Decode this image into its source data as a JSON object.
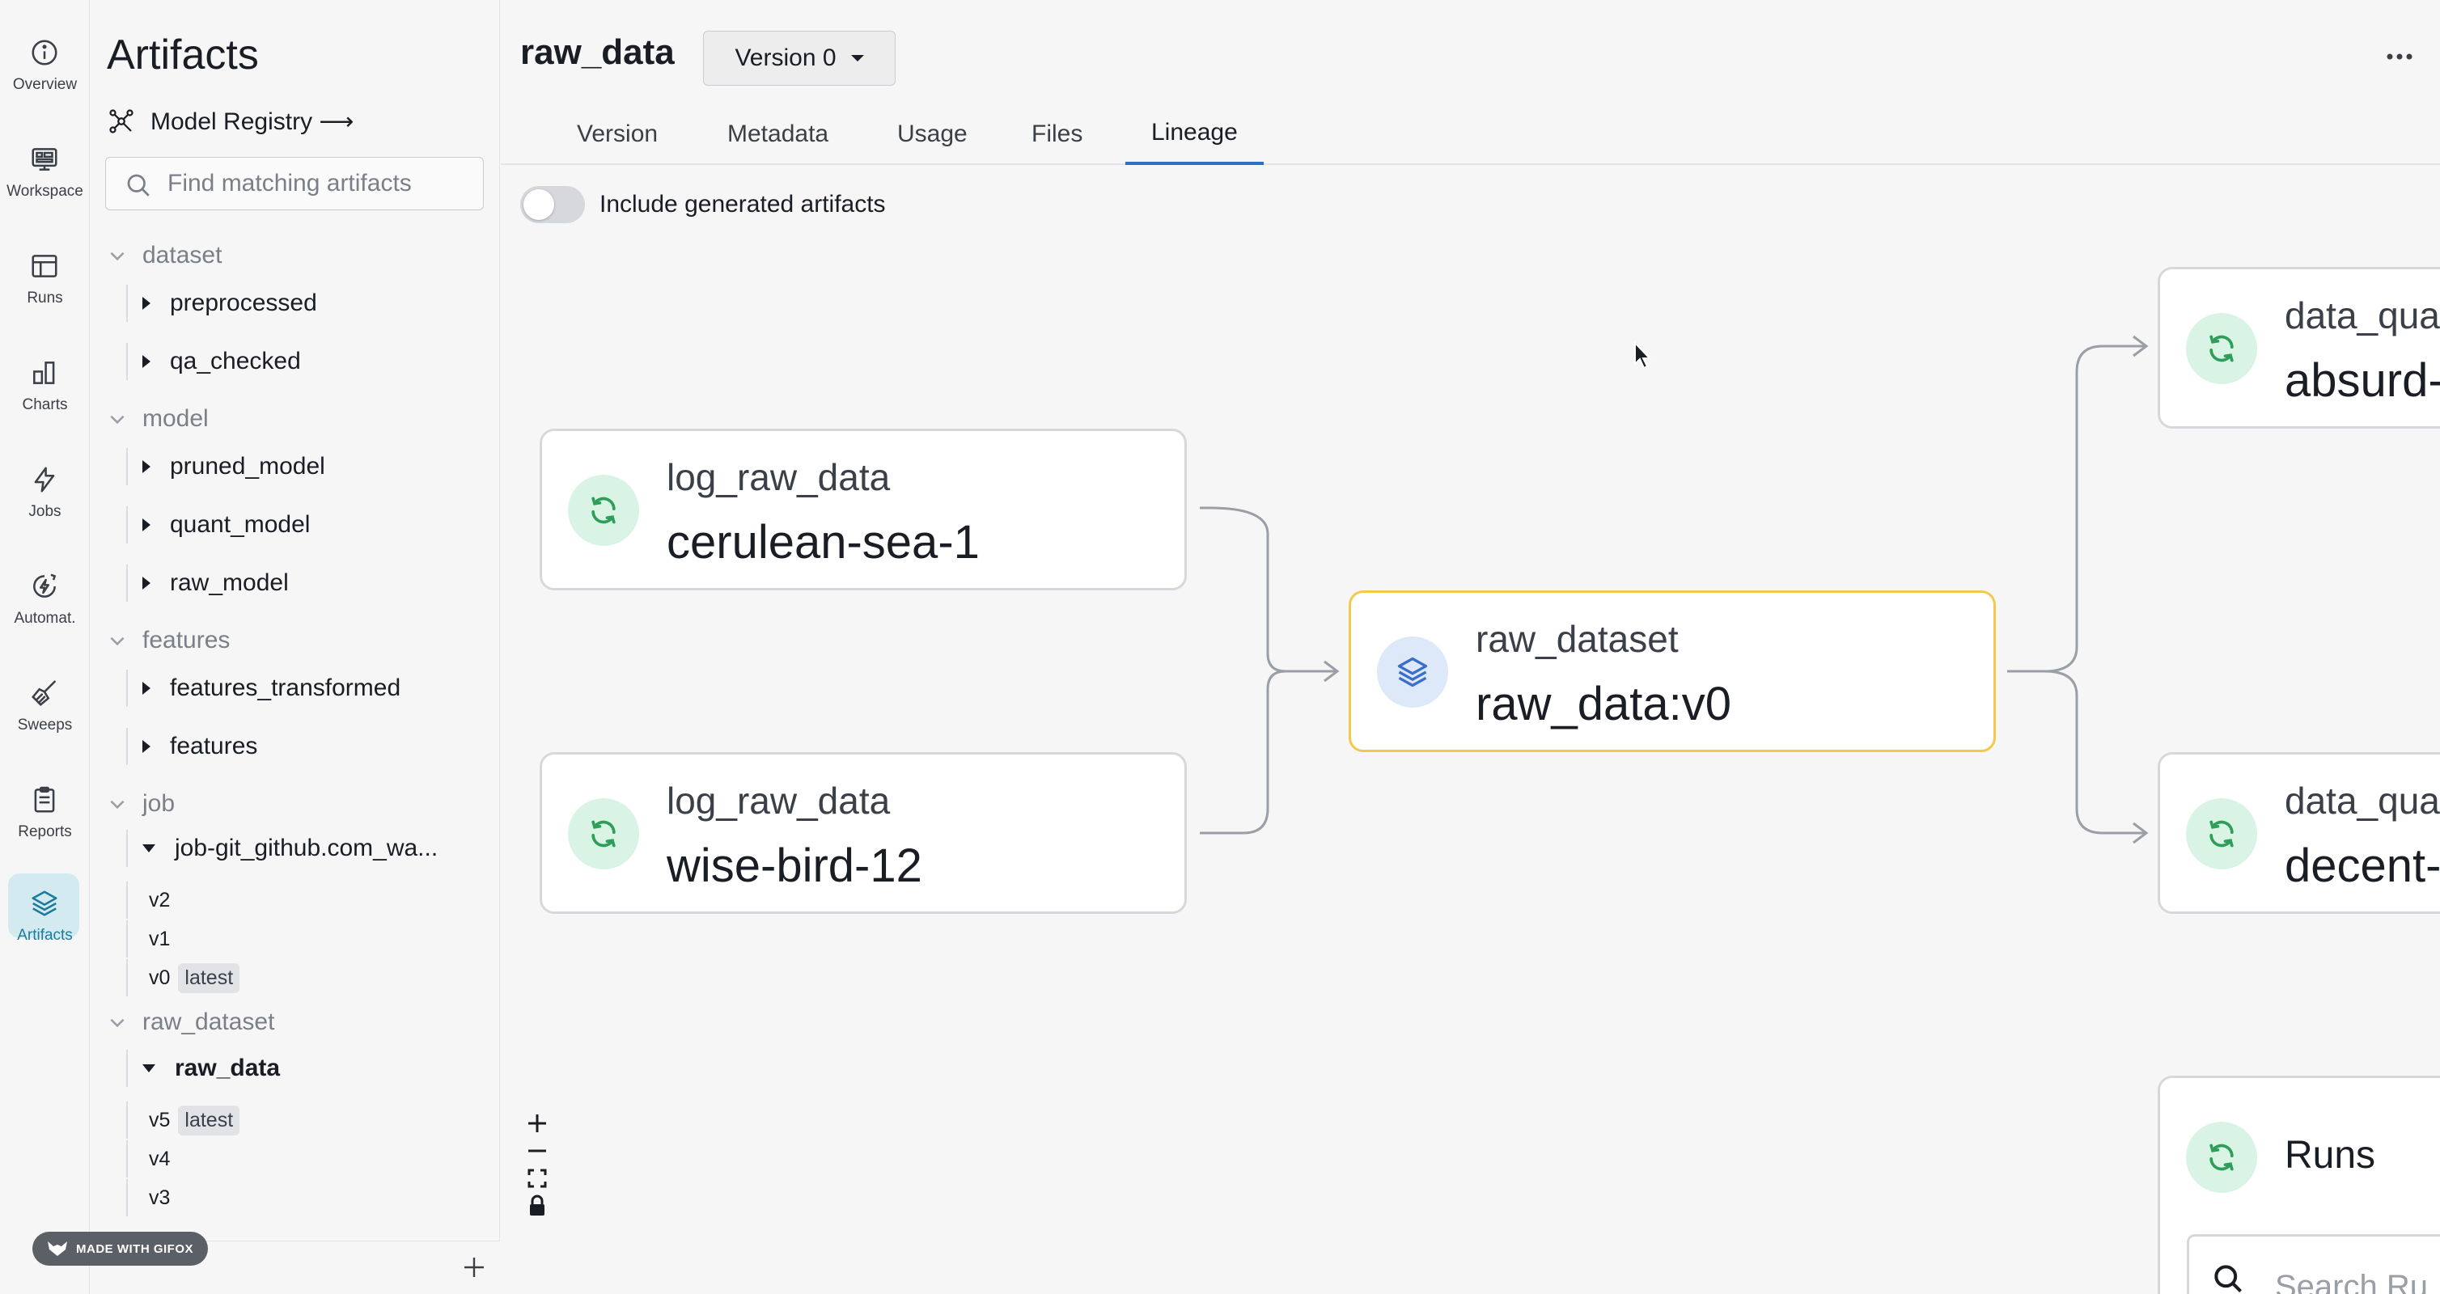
{
  "rail": {
    "items": [
      {
        "label": "Overview",
        "icon": "info-icon"
      },
      {
        "label": "Workspace",
        "icon": "workspace-icon"
      },
      {
        "label": "Runs",
        "icon": "table-icon"
      },
      {
        "label": "Charts",
        "icon": "bar-chart-icon"
      },
      {
        "label": "Jobs",
        "icon": "lightning-icon"
      },
      {
        "label": "Automat.",
        "icon": "automation-icon"
      },
      {
        "label": "Sweeps",
        "icon": "broom-icon"
      },
      {
        "label": "Reports",
        "icon": "clipboard-icon"
      },
      {
        "label": "Artifacts",
        "icon": "layers-icon"
      }
    ],
    "active": "Artifacts"
  },
  "sidebar": {
    "title": "Artifacts",
    "registry_link": "Model Registry ⟶",
    "search_placeholder": "Find matching artifacts",
    "groups": [
      {
        "name": "dataset",
        "items": [
          "preprocessed",
          "qa_checked"
        ]
      },
      {
        "name": "model",
        "items": [
          "pruned_model",
          "quant_model",
          "raw_model"
        ]
      },
      {
        "name": "features",
        "items": [
          "features_transformed",
          "features"
        ]
      },
      {
        "name": "job",
        "items": [
          "job-git_github.com_wa..."
        ],
        "versions": [
          {
            "label": "v2",
            "tag": ""
          },
          {
            "label": "v1",
            "tag": ""
          },
          {
            "label": "v0",
            "tag": "latest"
          }
        ]
      },
      {
        "name": "raw_dataset",
        "items": [
          "raw_data"
        ],
        "versions": [
          {
            "label": "v5",
            "tag": "latest"
          },
          {
            "label": "v4",
            "tag": ""
          },
          {
            "label": "v3",
            "tag": ""
          }
        ]
      }
    ],
    "gifox_badge": "MADE WITH GIFOX"
  },
  "header": {
    "title": "raw_data",
    "version_select": "Version 0"
  },
  "tabs": [
    "Version",
    "Metadata",
    "Usage",
    "Files",
    "Lineage"
  ],
  "active_tab": "Lineage",
  "toggle": {
    "label": "Include generated artifacts",
    "on": false
  },
  "graph": {
    "run_nodes": [
      {
        "type": "log_raw_data",
        "name": "cerulean-sea-1"
      },
      {
        "type": "log_raw_data",
        "name": "wise-bird-12"
      }
    ],
    "artifact_node": {
      "type": "raw_dataset",
      "name": "raw_data:v0"
    },
    "downstream_nodes": [
      {
        "type": "data_qua",
        "name": "absurd-"
      },
      {
        "type": "data_qua",
        "name": "decent-"
      }
    ],
    "runs_panel": {
      "title": "Runs",
      "search_placeholder": "Search Ru"
    }
  },
  "colors": {
    "accent": "#2b6fc6",
    "selected_node_border": "#f2c94c",
    "run_icon_bg": "#d9f3e4",
    "run_icon": "#2e9e5b",
    "artifact_icon_bg": "#dde8f8",
    "artifact_icon": "#3a6fc9",
    "active_rail": "#1d7a9c"
  }
}
